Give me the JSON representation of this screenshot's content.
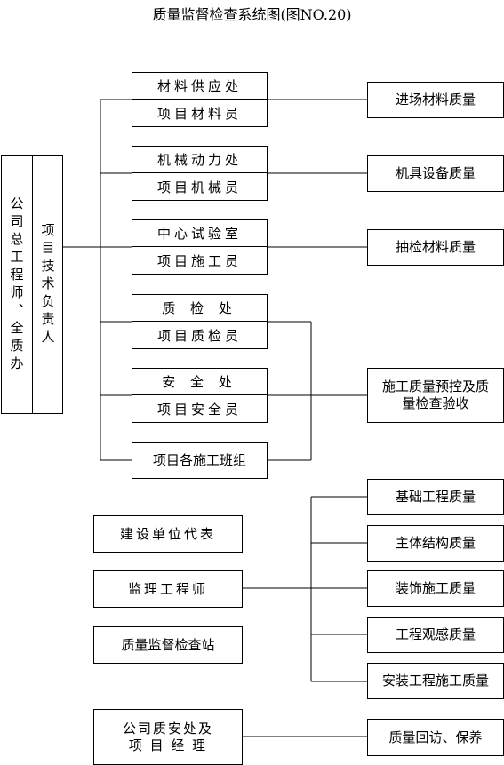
{
  "title": "质量监督检查系统图(图NO.20)",
  "left_column": {
    "company": "公司总工程师、全质办",
    "project_lead": "项目技术负责人"
  },
  "departments": [
    {
      "top": "材料供应处",
      "bottom": "项目材料员"
    },
    {
      "top": "机械动力处",
      "bottom": "项目机械员"
    },
    {
      "top": "中心试验室",
      "bottom": "项目施工员"
    },
    {
      "top": "质 检 处",
      "bottom": "项目质检员"
    },
    {
      "top": "安 全 处",
      "bottom": "项目安全员"
    }
  ],
  "teams": "项目各施工班组",
  "quality_items": [
    "进场材料质量",
    "机具设备质量",
    "抽检材料质量",
    "施工质量预控及质量检查验收"
  ],
  "supervision": {
    "owner_rep": "建设单位代表",
    "engineer": "监理工程师",
    "station": "质量监督检查站"
  },
  "engineering_items": [
    "基础工程质量",
    "主体结构质量",
    "装饰施工质量",
    "工程观感质量",
    "安装工程施工质量"
  ],
  "company_dept": "公司质安处及项 目 经 理",
  "aftercare": "质量回访、保养"
}
